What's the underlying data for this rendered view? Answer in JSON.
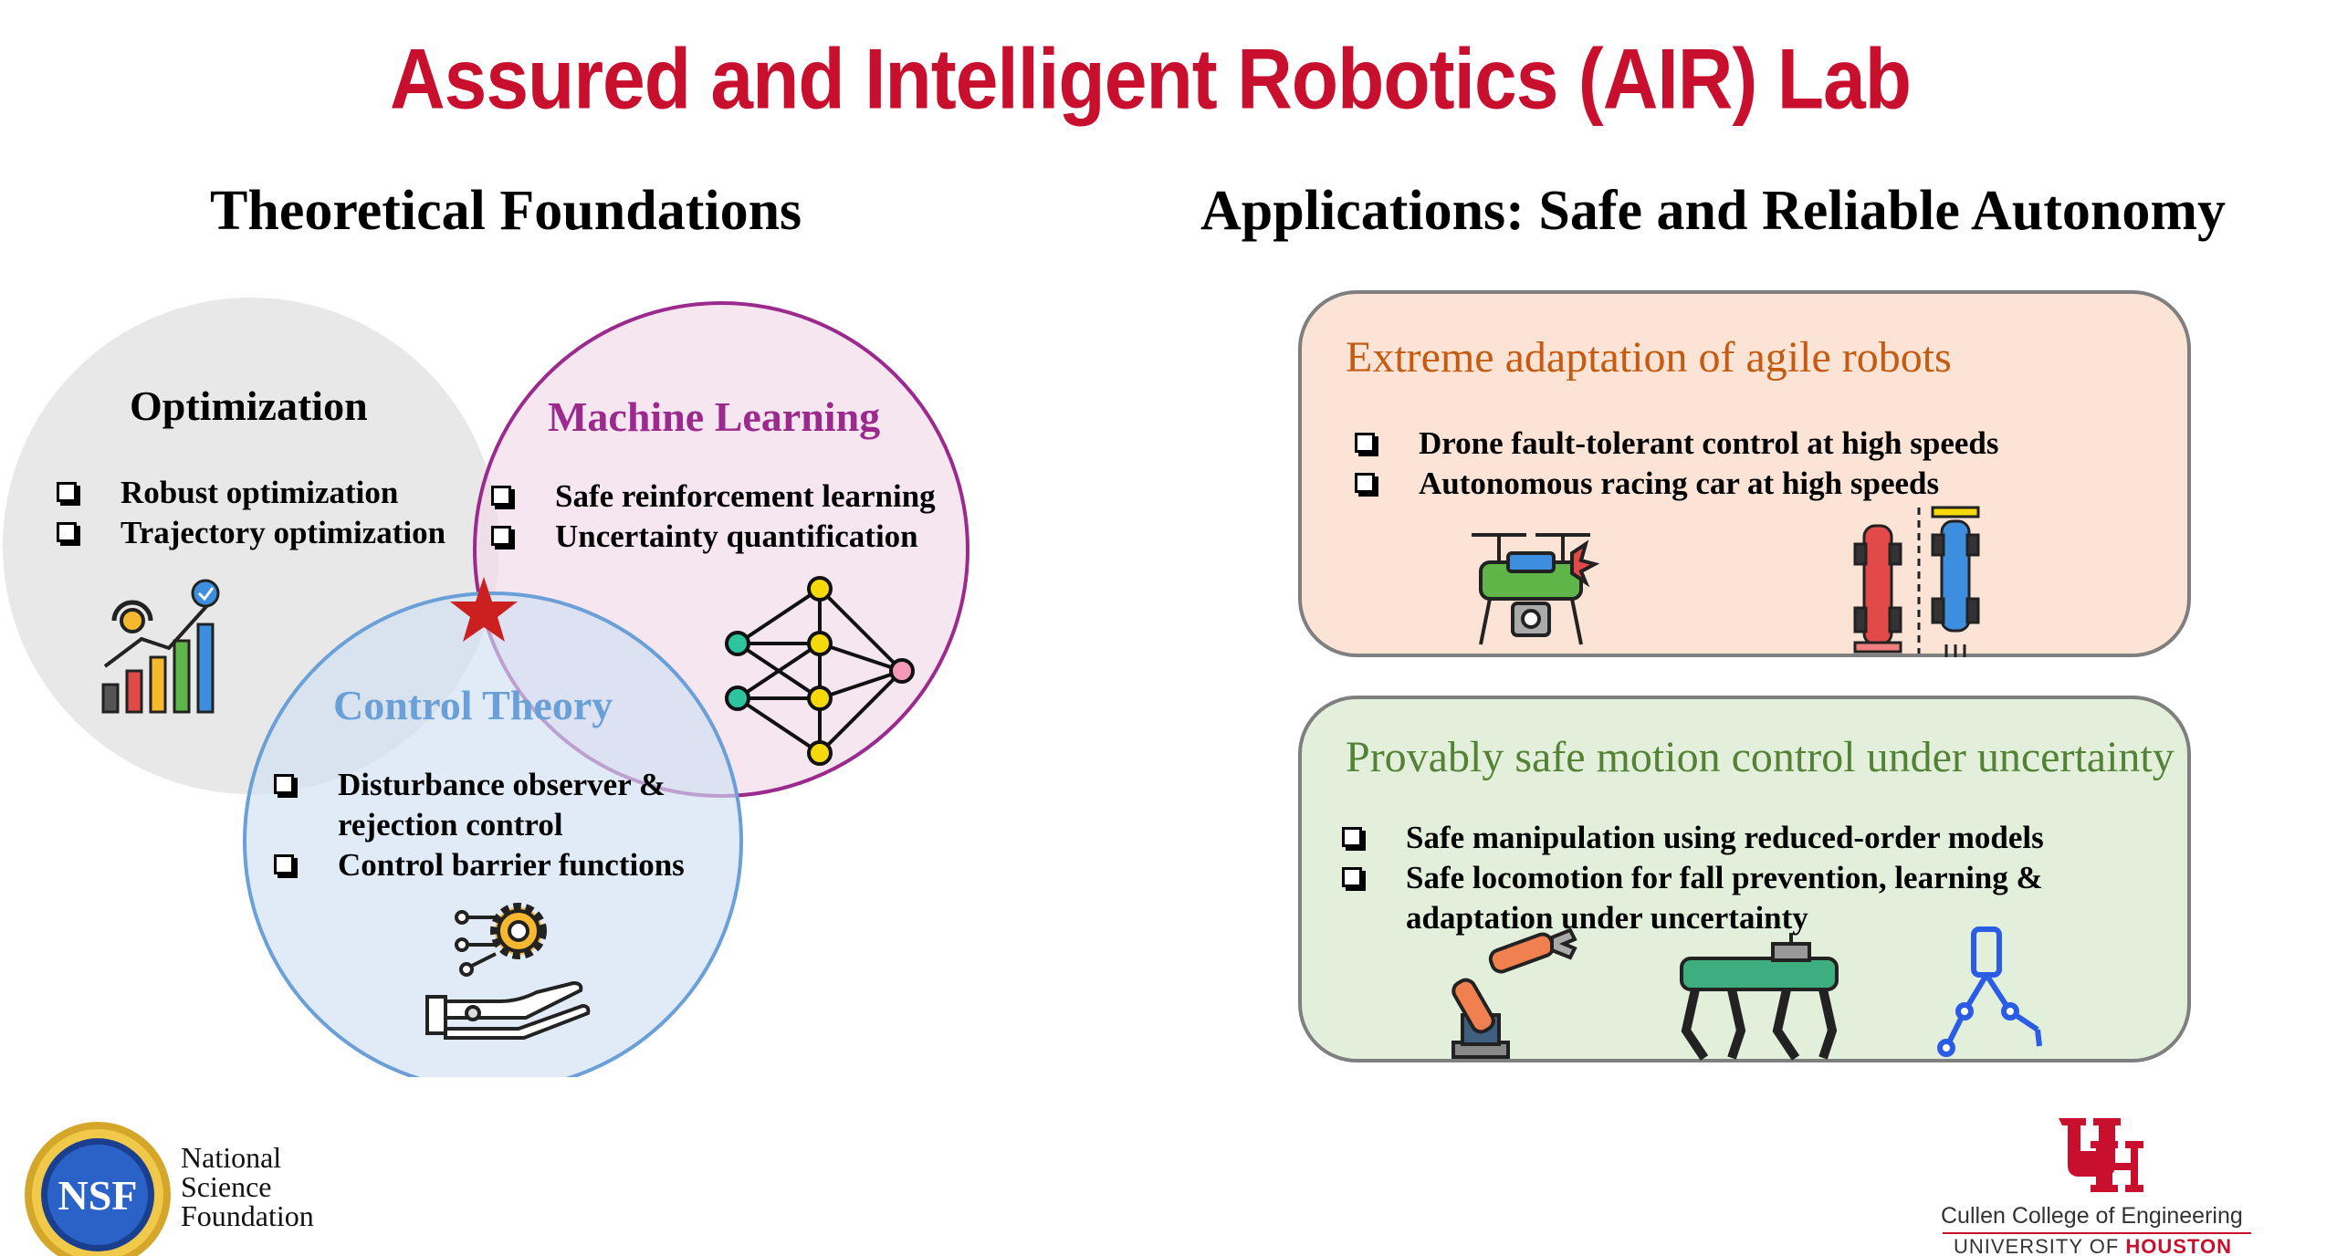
{
  "title": "Assured and Intelligent Robotics (AIR) Lab",
  "left_heading": "Theoretical Foundations",
  "right_heading": "Applications: Safe and Reliable Autonomy",
  "venn": {
    "optimization": {
      "title": "Optimization",
      "items": [
        "Robust optimization",
        "Trajectory optimization"
      ]
    },
    "machine_learning": {
      "title": "Machine Learning",
      "items": [
        "Safe reinforcement learning",
        "Uncertainty quantification"
      ]
    },
    "control_theory": {
      "title": "Control Theory",
      "items": [
        "Disturbance observer &",
        "rejection control",
        "Control barrier functions"
      ]
    }
  },
  "panels": {
    "agile": {
      "title": "Extreme adaptation of agile robots",
      "items": [
        "Drone fault-tolerant control at high speeds",
        "Autonomous racing car at high speeds"
      ]
    },
    "safe": {
      "title": "Provably safe motion control under uncertainty",
      "items": [
        "Safe manipulation using reduced-order models",
        "Safe locomotion for fall prevention, learning &",
        "adaptation under uncertainty"
      ]
    }
  },
  "nsf": {
    "logo_text": "NSF",
    "name_line1": "National",
    "name_line2": "Science",
    "name_line3": "Foundation"
  },
  "uh": {
    "college": "Cullen College of Engineering",
    "university_prefix": "UNIVERSITY OF",
    "university_name": "HOUSTON"
  },
  "colors": {
    "title_red": "#c8102e",
    "ml_purple": "#9c2a8e",
    "control_blue": "#6a9fd8",
    "agile_orange": "#c55a11",
    "safe_green": "#548235"
  }
}
